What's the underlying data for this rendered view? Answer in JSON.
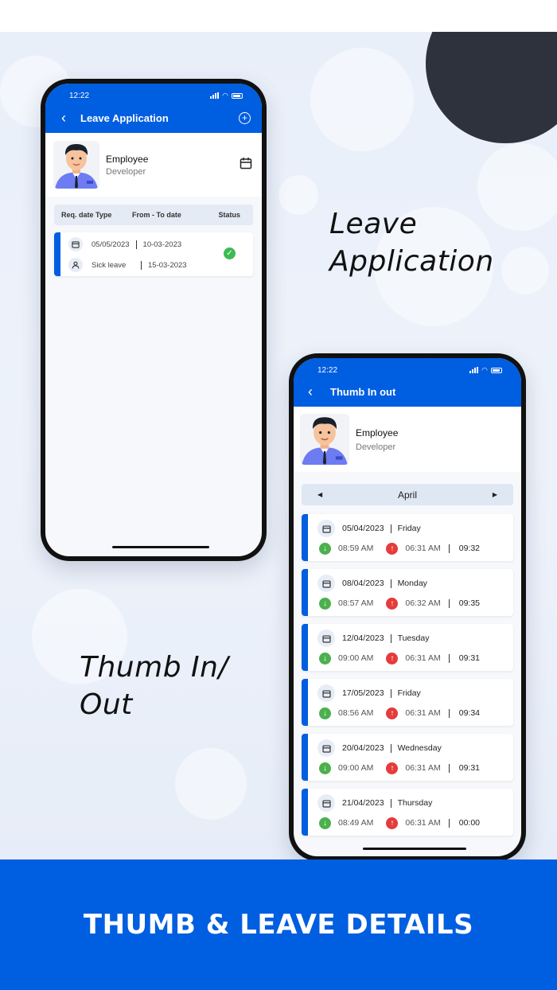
{
  "promo": {
    "caption_leave": "Leave Application",
    "caption_thumb": "Thumb In/ Out",
    "footer_title": "THUMB & LEAVE DETAILS"
  },
  "colors": {
    "primary": "#005ee0",
    "dark_circle": "#2d323d",
    "check": "#3dbb53",
    "in": "#4cb04d",
    "out": "#e53b3b"
  },
  "leave_screen": {
    "status_time": "12:22",
    "title": "Leave Application",
    "profile": {
      "name": "Employee",
      "role": "Developer"
    },
    "table_headers": [
      "Req. date Type",
      "From - To date",
      "Status"
    ],
    "requests": [
      {
        "req_date": "05/05/2023",
        "from_date": "10-03-2023",
        "type": "Sick leave",
        "to_date": "15-03-2023",
        "status_icon": "check-circle-icon"
      }
    ]
  },
  "thumb_screen": {
    "status_time": "12:22",
    "title": "Thumb In out",
    "profile": {
      "name": "Employee",
      "role": "Developer"
    },
    "month": "April",
    "entries": [
      {
        "date": "05/04/2023",
        "day": "Friday",
        "in": "08:59 AM",
        "out": "06:31 AM",
        "duration": "09:32"
      },
      {
        "date": "08/04/2023",
        "day": "Monday",
        "in": "08:57 AM",
        "out": "06:32 AM",
        "duration": "09:35"
      },
      {
        "date": "12/04/2023",
        "day": "Tuesday",
        "in": "09:00 AM",
        "out": "06:31 AM",
        "duration": "09:31"
      },
      {
        "date": "17/05/2023",
        "day": "Friday",
        "in": "08:56 AM",
        "out": "06:31 AM",
        "duration": "09:34"
      },
      {
        "date": "20/04/2023",
        "day": "Wednesday",
        "in": "09:00 AM",
        "out": "06:31 AM",
        "duration": "09:31"
      },
      {
        "date": "21/04/2023",
        "day": "Thursday",
        "in": "08:49 AM",
        "out": "06:31 AM",
        "duration": "00:00"
      }
    ]
  }
}
